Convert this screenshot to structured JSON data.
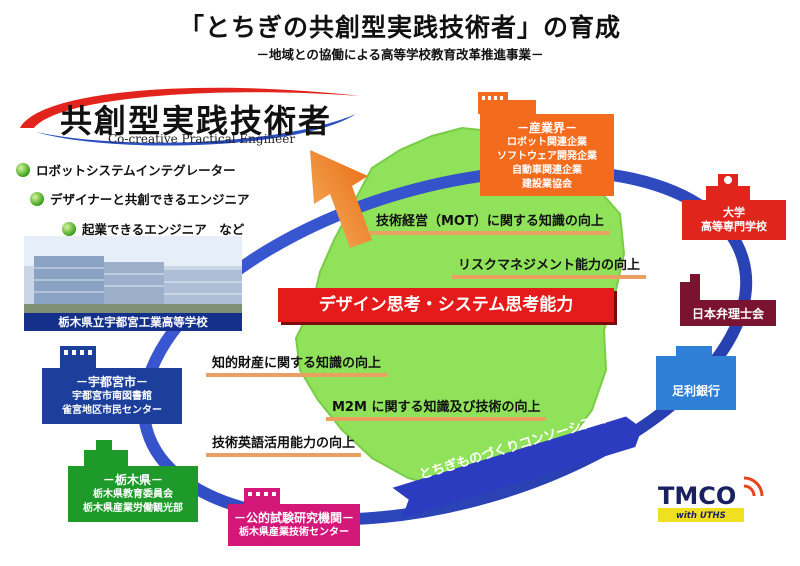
{
  "title": "「とちぎの共創型実践技術者」の育成",
  "subtitle": "－地域との協働による高等学校教育改革推進事業－",
  "logo": {
    "main": "共創型実践技術者",
    "sub": "Co-creative Practical Engineer"
  },
  "traits": [
    "ロボットシステムインテグレーター",
    "デザイナーと共創できるエンジニア",
    "起業できるエンジニア　など"
  ],
  "school_label": "栃木県立宇都宮工業高等学校",
  "topics": [
    "技術経営（MOT）に関する知識の向上",
    "リスクマネジメント能力の向上",
    "知的財産に関する知識の向上",
    "M2M に関する知識及び技術の向上",
    "技術英語活用能力の向上"
  ],
  "design_box": "デザイン思考・システム思考能力",
  "consortium": "とちぎものづくりコンソーシアム",
  "partners": {
    "industry": {
      "title": "－産業界－",
      "lines": [
        "ロボット関連企業",
        "ソフトウェア開発企業",
        "自動車関連企業",
        "建設業協会"
      ]
    },
    "university": {
      "lines": [
        "大学",
        "高等専門学校"
      ]
    },
    "patent": {
      "title": "日本弁理士会"
    },
    "bank": {
      "title": "足利銀行"
    },
    "city": {
      "title": "－宇都宮市－",
      "lines": [
        "宇都宮市南図書館",
        "雀宮地区市民センター"
      ]
    },
    "prefecture": {
      "title": "－栃木県－",
      "lines": [
        "栃木県教育委員会",
        "栃木県産業労働観光部"
      ]
    },
    "lab": {
      "title": "－公的試験研究機関－",
      "lines": [
        "栃木県産業技術センター"
      ]
    }
  },
  "tmco": {
    "main": "TMCO",
    "sub": "with UTHS"
  },
  "colors": {
    "industry": "#f36b1c",
    "university": "#e2251c",
    "patent": "#7a1330",
    "bank": "#2f7fd6",
    "city": "#1b3f9a",
    "prefecture": "#1e9a2a",
    "lab": "#d4187a",
    "ring": "#2f4fd0",
    "map": "#8fe25a",
    "arrow": "#f08a2a"
  }
}
